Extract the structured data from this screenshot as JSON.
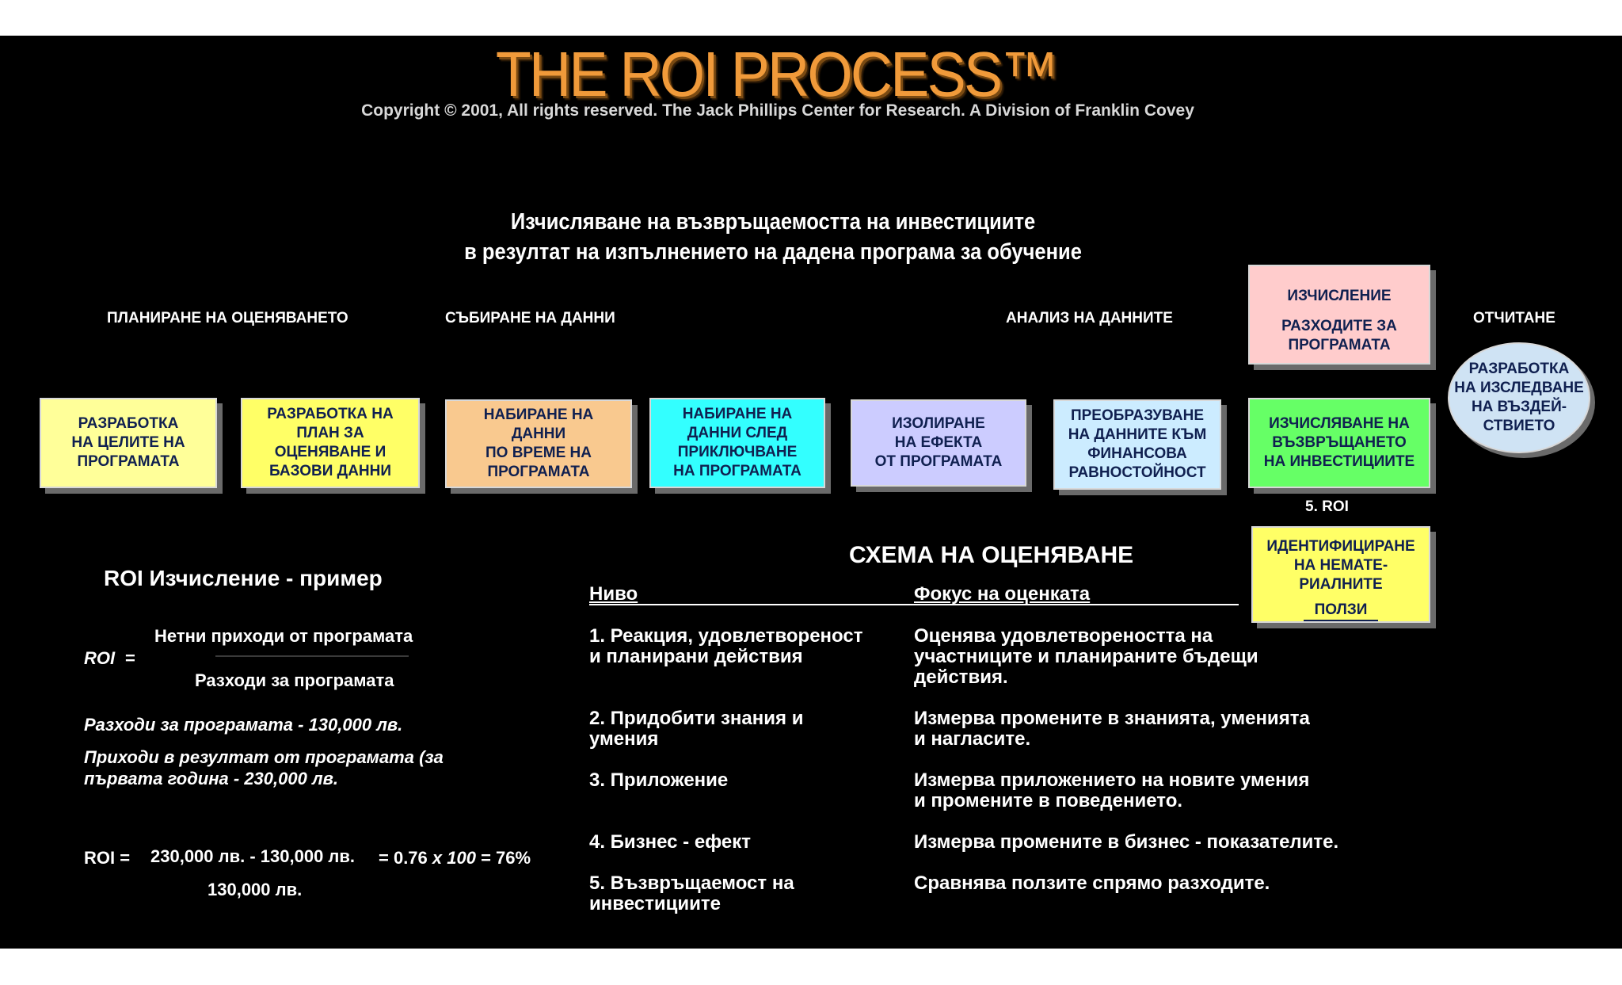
{
  "header": {
    "title": "THE ROI PROCESS™",
    "copyright": "Copyright © 2001, All rights reserved. The Jack Phillips Center for Research. A Division of Franklin Covey",
    "subtitle_line1": "Изчисляване на възвръщаемостта на инвестициите",
    "subtitle_line2": "в резултат на изпълнението на дадена програма за обучение"
  },
  "phases": {
    "planning": "ПЛАНИРАНЕ НА ОЦЕНЯВАНЕТО",
    "collection": "СЪБИРАНЕ НА ДАННИ",
    "analysis": "АНАЛИЗ НА ДАННИТЕ",
    "reporting": "ОТЧИТАНЕ"
  },
  "process_boxes": [
    {
      "text": "РАЗРАБОТКА\nНА ЦЕЛИТЕ НА\nПРОГРАМАТА",
      "color": "#ffff99"
    },
    {
      "text": "РАЗРАБОТКА НА\nПЛАН ЗА\nОЦЕНЯВАНЕ И\nБАЗОВИ ДАННИ",
      "color": "#ffff66"
    },
    {
      "text": "НАБИРАНЕ НА\nДАННИ\nПО ВРЕМЕ НА\nПРОГРАМАТА",
      "color": "#f9c98f"
    },
    {
      "text": "НАБИРАНЕ НА\nДАННИ СЛЕД\nПРИКЛЮЧВАНЕ\nНА ПРОГРАМАТА",
      "color": "#33ffff"
    },
    {
      "text": "ИЗОЛИРАНЕ\nНА ЕФЕКТА\nОТ ПРОГРАМАТА",
      "color": "#ccccff"
    },
    {
      "text": "ПРЕОБРАЗУВАНЕ\nНА ДАННИТЕ КЪМ\nФИНАНСОВА\nРАВНОСТОЙНОСТ",
      "color": "#ccecff"
    },
    {
      "text": "ИЗЧИСЛЯВАНЕ НА\nВЪЗВРЪЩАНЕТО\nНА ИНВЕСТИЦИИТЕ",
      "color": "#66ff66"
    }
  ],
  "cost_box": {
    "line1": "ИЗЧИСЛЕНИЕ",
    "line2": "РАЗХОДИТЕ ЗА\nПРОГРАМАТА",
    "color": "#ffcccc"
  },
  "report_ellipse": "РАЗРАБОТКА\nНА ИЗСЛЕДВАНЕ\nНА ВЪЗДЕЙ-\nСТВИЕТО",
  "roi_label": "5. ROI",
  "intangible_box": {
    "text": "ИДЕНТИФИЦИРАНЕ\nНА НЕМАТЕ-\nРИАЛНИТЕ",
    "last": "ПОЛЗИ",
    "color": "#ffff66"
  },
  "example": {
    "heading": "ROI Изчисление - пример",
    "roi_label": "ROI",
    "equals": "=",
    "numerator": "Нетни приходи от програмата",
    "denominator": "Разходи за програмата",
    "costs": "Разходи за програмата - 130,000 лв.",
    "income": "Приходи в резултат от програмата (за\nпървата година - 230,000 лв.",
    "calc_label": "ROI =",
    "calc_numerator": "230,000 лв. - 130,000 лв.",
    "calc_result_a": "= 0.76 ",
    "calc_result_b": "x 100",
    "calc_result_c": " = 76%",
    "calc_denominator": "130,000 лв."
  },
  "scheme": {
    "heading": "СХЕМА НА ОЦЕНЯВАНЕ",
    "col_level": "Ниво",
    "col_focus": "Фокус на оценката",
    "rows": [
      {
        "level": "1. Реакция, удовлетвореност\n    и планирани действия",
        "focus": "Оценява удовлетвореността на\nучастниците и планираните бъдещи\nдействия."
      },
      {
        "level": "2. Придобити знания и\n    умения",
        "focus": "Измерва промените в знанията, уменията\nи нагласите."
      },
      {
        "level": "3. Приложение",
        "focus": "Измерва приложението на новите умения\nи промените в поведението."
      },
      {
        "level": "4. Бизнес - ефект",
        "focus": "Измерва промените в  бизнес -  показателите."
      },
      {
        "level": "5. Възвръщаемост на\n    инвестициите",
        "focus": "Сравнява ползите спрямо разходите."
      }
    ]
  }
}
